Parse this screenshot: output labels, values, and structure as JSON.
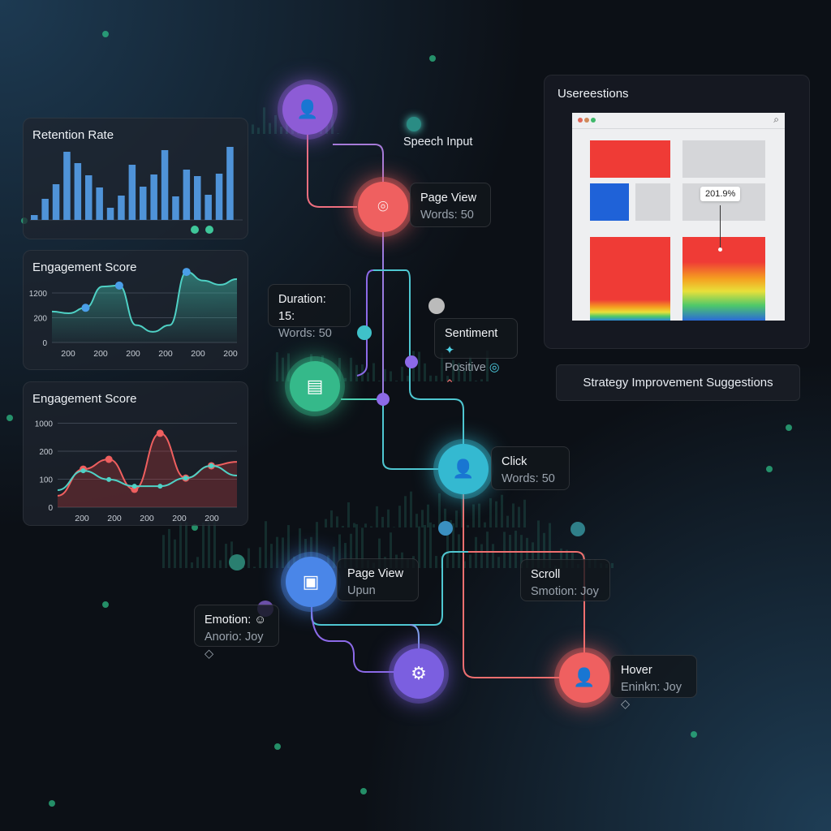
{
  "colors": {
    "teal": "#4fd1c5",
    "red": "#ef5f5f",
    "purple": "#8c6ae8",
    "blue": "#4f8fe8",
    "green": "#3fc79a",
    "bar": "#4f93d8"
  },
  "retention": {
    "title": "Retention Rate",
    "chart_data": {
      "type": "bar",
      "values": [
        6,
        26,
        44,
        84,
        70,
        55,
        40,
        15,
        30,
        68,
        41,
        56,
        86,
        29,
        62,
        54,
        31,
        57,
        90
      ]
    }
  },
  "engagement1": {
    "title": "Engagement Score",
    "chart_data": {
      "type": "area",
      "y_ticks": [
        "0",
        "200",
        "1200"
      ],
      "x_ticks": [
        "200",
        "200",
        "200",
        "200",
        "200",
        "200"
      ],
      "series": [
        {
          "name": "score",
          "values": [
            1.25,
            1.18,
            1.4,
            2.26,
            2.3,
            0.7,
            0.43,
            0.7,
            2.85,
            2.5,
            2.33,
            2.56
          ]
        }
      ]
    }
  },
  "engagement2": {
    "title": "Engagement Score",
    "chart_data": {
      "type": "line",
      "y_ticks": [
        "0",
        "100",
        "200",
        "1000"
      ],
      "x_ticks": [
        "200",
        "200",
        "200",
        "200",
        "200"
      ],
      "series": [
        {
          "name": "red",
          "values": [
            0.41,
            1.36,
            1.71,
            0.64,
            2.64,
            1.04,
            1.48,
            1.62
          ]
        },
        {
          "name": "teal",
          "values": [
            0.61,
            1.3,
            0.99,
            0.75,
            0.75,
            1.04,
            1.48,
            1.13
          ]
        }
      ]
    }
  },
  "flow": {
    "speech": "Speech Input",
    "page_view": {
      "title": "Page View",
      "sub": "Words: 50"
    },
    "duration": {
      "title": "Duration: 15:",
      "sub": "Words: 50"
    },
    "sentiment": {
      "title": "Sentiment",
      "sub": "Positive"
    },
    "click": {
      "title": "Click",
      "sub": "Words: 50"
    },
    "page_view2": {
      "title": "Page View",
      "sub": "Upun"
    },
    "emotion": {
      "title": "Emotion:",
      "sub": "Anorio: Joy"
    },
    "scroll": {
      "title": "Scroll",
      "sub": "Smotion: Joy"
    },
    "hover": {
      "title": "Hover",
      "sub": "Eninkn: Joy"
    }
  },
  "sessions": {
    "title": "Usereestions",
    "tooltip": "201.9%"
  },
  "strategy_button": "Strategy Improvement Suggestions"
}
